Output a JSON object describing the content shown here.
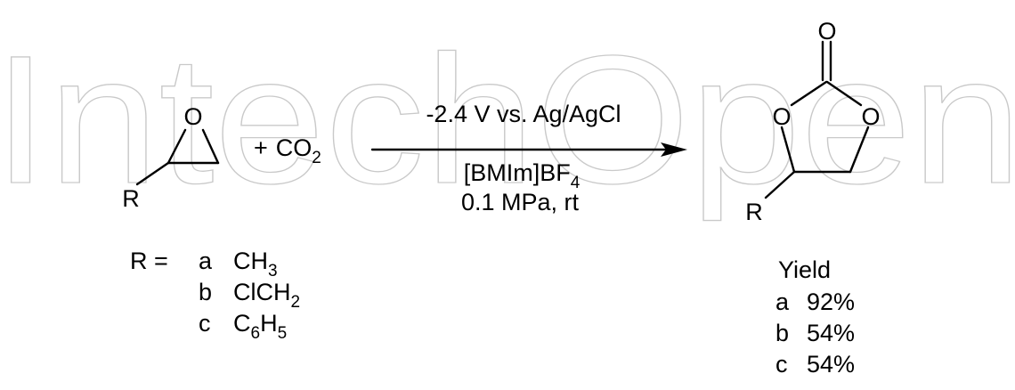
{
  "watermark": "IntechOpen",
  "reactant": {
    "ring_atom": "O",
    "substituent": "R",
    "plus": "+",
    "co2": {
      "main": "CO",
      "sub": "2"
    }
  },
  "conditions": {
    "potential": "-2.4 V vs. Ag/AgCl",
    "ionic_liquid": {
      "main": "[BMIm]BF",
      "sub": "4"
    },
    "pressure_temperature": "0.1 MPa, rt"
  },
  "product": {
    "carbonyl_oxygen": "O",
    "ring_oxygen_left": "O",
    "ring_oxygen_right": "O",
    "substituent": "R"
  },
  "substituents": {
    "lead": "R =",
    "items": [
      {
        "id": "a",
        "parts": [
          "CH",
          "3",
          ""
        ]
      },
      {
        "id": "b",
        "parts": [
          "ClCH",
          "2",
          ""
        ]
      },
      {
        "id": "c",
        "parts": [
          "C",
          "6",
          "H",
          "5"
        ]
      }
    ]
  },
  "yields": {
    "title": "Yield",
    "items": [
      {
        "id": "a",
        "value": "92%"
      },
      {
        "id": "b",
        "value": "54%"
      },
      {
        "id": "c",
        "value": "54%"
      }
    ]
  },
  "colors": {
    "ink": "#000000",
    "watermark": "#c9c9c9"
  }
}
